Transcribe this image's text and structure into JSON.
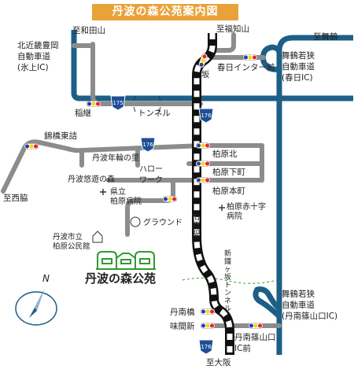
{
  "title": "丹波の森公苑案内図",
  "colors": {
    "title_bg": "#e9a23a",
    "expressway": "#1d5f86",
    "road": "#8c8c8c",
    "rail": "#111111",
    "route_badge": "#1d4f96",
    "signal_red": "#e4262d",
    "signal_yellow": "#ffd400",
    "signal_blue": "#2a3ea0",
    "highlight": "#2f9b2f"
  },
  "labels": {
    "to_wadayama": "至和田山",
    "to_fukuchiyama": "至福知山",
    "to_maizuru": "至舞鶴",
    "kitakinki_exp": "北近畿豊岡\n自動車道\n(氷上IC)",
    "maizuru_exp_kasuga": "舞鶴若狭\n自動車道\n(春日IC)",
    "saka": "坂",
    "kasuga_ic_mae": "春日インター前",
    "inatsugi": "稲継",
    "tunnel": "トンネル",
    "nishikibashi": "錦橋東詰",
    "kashiwara_kita": "柏原北",
    "nenrin": "丹波年輪の里",
    "hello_work": "ハロー\nワーク",
    "kashiwara_shimomachi": "柏原下町",
    "yuyu_mori": "丹波悠遊の森",
    "kashiwara_honmachi": "柏原本町",
    "to_nishiwaki": "至西脇",
    "kenritsu_hospital": "県立\n柏原病院",
    "red_cross_hospital": "柏原赤十字\n病院",
    "ground": "グラウンド",
    "kashiwara_station": "柏\n原\n駅",
    "city_hall": "丹波市立\n柏原公民館",
    "shin_kinokasaka_tunnel": "新\n鐘\nヶ\n坂\nト\nン\nネ\nル",
    "park_name": "丹波の森公苑",
    "maizuru_exp_sasayama": "舞鶴若狭\n自動車道\n(丹南篠山口IC)",
    "tannanbashi": "丹南橋",
    "mimasaka": "味間新",
    "tannan_ic_mae": "丹南篠山口\nIC前",
    "to_osaka": "至大阪",
    "north": "N"
  },
  "route_badges": {
    "r175_top": "175",
    "r176_rail": "176",
    "r176_mid": "176",
    "r176_bottom": "176"
  },
  "icons": {
    "hospital": "hospital-cross-icon",
    "ground": "ground-circle-icon",
    "city_hall": "building-icon",
    "park": "park-building-icon",
    "compass": "compass-icon"
  }
}
